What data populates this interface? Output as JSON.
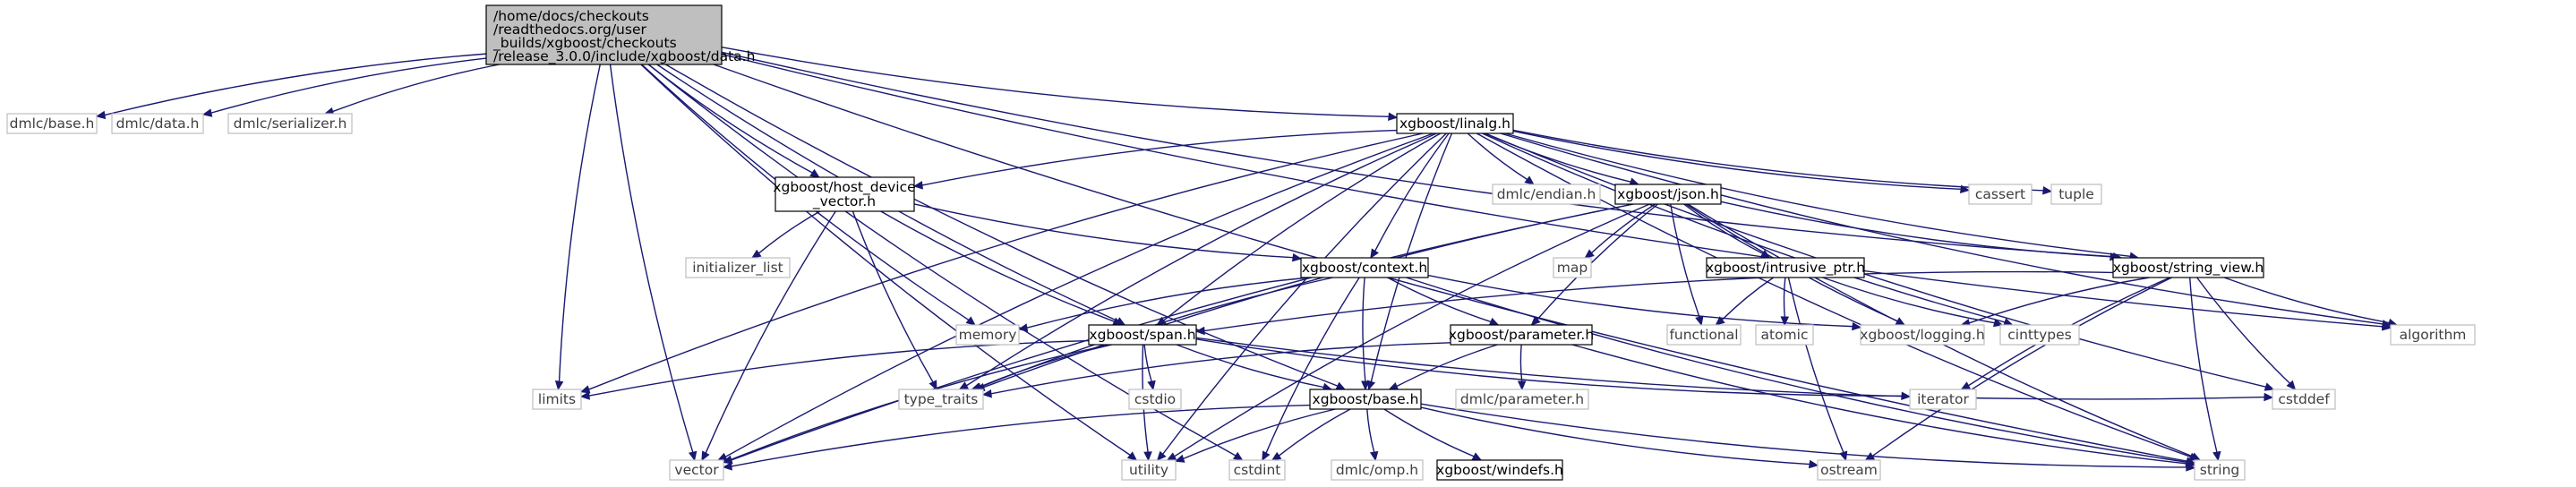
{
  "root_lines": [
    "/home/docs/checkouts",
    "/readthedocs.org/user",
    "_builds/xgboost/checkouts",
    "/release_3.0.0/include/xgboost/data.h"
  ],
  "nodes": {
    "root": "/home/docs/checkouts/readthedocs.org/user_builds/xgboost/checkouts/release_3.0.0/include/xgboost/data.h",
    "dmlc_base": "dmlc/base.h",
    "dmlc_data": "dmlc/data.h",
    "dmlc_serializer": "dmlc/serializer.h",
    "linalg": "xgboost/linalg.h",
    "host_device_vector_1": "xgboost/host_device",
    "host_device_vector_2": "_vector.h",
    "dmlc_endian": "dmlc/endian.h",
    "json": "xgboost/json.h",
    "cassert": "cassert",
    "tuple": "tuple",
    "initializer_list": "initializer_list",
    "context": "xgboost/context.h",
    "map": "map",
    "intrusive_ptr": "xgboost/intrusive_ptr.h",
    "string_view": "xgboost/string_view.h",
    "memory": "memory",
    "span": "xgboost/span.h",
    "parameter": "xgboost/parameter.h",
    "functional": "functional",
    "atomic": "atomic",
    "logging": "xgboost/logging.h",
    "cinttypes": "cinttypes",
    "algorithm": "algorithm",
    "limits": "limits",
    "type_traits": "type_traits",
    "cstdio": "cstdio",
    "dmlc_parameter": "dmlc/parameter.h",
    "iterator": "iterator",
    "cstddef": "cstddef",
    "base": "xgboost/base.h",
    "vector": "vector",
    "utility": "utility",
    "cstdint": "cstdint",
    "dmlc_omp": "dmlc/omp.h",
    "windefs": "xgboost/windefs.h",
    "ostream": "ostream",
    "string": "string"
  },
  "edges": [
    [
      "root",
      "dmlc_base"
    ],
    [
      "root",
      "dmlc_data"
    ],
    [
      "root",
      "dmlc_serializer"
    ],
    [
      "root",
      "linalg"
    ],
    [
      "root",
      "host_device_vector"
    ],
    [
      "root",
      "span"
    ],
    [
      "root",
      "base"
    ],
    [
      "root",
      "string_view"
    ],
    [
      "root",
      "memory"
    ],
    [
      "root",
      "limits"
    ],
    [
      "root",
      "vector"
    ],
    [
      "root",
      "utility"
    ],
    [
      "root",
      "cstdint"
    ],
    [
      "root",
      "algorithm"
    ],
    [
      "root",
      "string"
    ],
    [
      "linalg",
      "host_device_vector"
    ],
    [
      "linalg",
      "dmlc_endian"
    ],
    [
      "linalg",
      "json"
    ],
    [
      "linalg",
      "cassert"
    ],
    [
      "linalg",
      "tuple"
    ],
    [
      "linalg",
      "context"
    ],
    [
      "linalg",
      "span"
    ],
    [
      "linalg",
      "base"
    ],
    [
      "linalg",
      "limits"
    ],
    [
      "linalg",
      "type_traits"
    ],
    [
      "linalg",
      "string_view"
    ],
    [
      "linalg",
      "cinttypes"
    ],
    [
      "linalg",
      "cstddef"
    ],
    [
      "linalg",
      "algorithm"
    ],
    [
      "linalg",
      "string"
    ],
    [
      "linalg",
      "utility"
    ],
    [
      "linalg",
      "vector"
    ],
    [
      "host_device_vector",
      "initializer_list"
    ],
    [
      "host_device_vector",
      "context"
    ],
    [
      "host_device_vector",
      "span"
    ],
    [
      "host_device_vector",
      "vector"
    ],
    [
      "host_device_vector",
      "type_traits"
    ],
    [
      "json",
      "map"
    ],
    [
      "json",
      "intrusive_ptr"
    ],
    [
      "json",
      "string_view"
    ],
    [
      "json",
      "parameter"
    ],
    [
      "json",
      "functional"
    ],
    [
      "json",
      "logging"
    ],
    [
      "json",
      "utility"
    ],
    [
      "json",
      "type_traits"
    ],
    [
      "json",
      "vector"
    ],
    [
      "json",
      "string"
    ],
    [
      "context",
      "memory"
    ],
    [
      "context",
      "parameter"
    ],
    [
      "context",
      "base"
    ],
    [
      "context",
      "logging"
    ],
    [
      "context",
      "type_traits"
    ],
    [
      "context",
      "cstdint"
    ],
    [
      "context",
      "string"
    ],
    [
      "intrusive_ptr",
      "functional"
    ],
    [
      "intrusive_ptr",
      "atomic"
    ],
    [
      "intrusive_ptr",
      "ostream"
    ],
    [
      "intrusive_ptr",
      "cinttypes"
    ],
    [
      "string_view",
      "span"
    ],
    [
      "string_view",
      "logging"
    ],
    [
      "string_view",
      "algorithm"
    ],
    [
      "string_view",
      "iterator"
    ],
    [
      "string_view",
      "cstddef"
    ],
    [
      "string_view",
      "string"
    ],
    [
      "string_view",
      "ostream"
    ],
    [
      "span",
      "limits"
    ],
    [
      "span",
      "type_traits"
    ],
    [
      "span",
      "cstdio"
    ],
    [
      "span",
      "base"
    ],
    [
      "span",
      "iterator"
    ],
    [
      "span",
      "cstddef"
    ],
    [
      "span",
      "utility"
    ],
    [
      "span",
      "vector"
    ],
    [
      "parameter",
      "dmlc_parameter"
    ],
    [
      "parameter",
      "base"
    ],
    [
      "parameter",
      "type_traits"
    ],
    [
      "parameter",
      "string"
    ],
    [
      "base",
      "vector"
    ],
    [
      "base",
      "utility"
    ],
    [
      "base",
      "cstdint"
    ],
    [
      "base",
      "dmlc_omp"
    ],
    [
      "base",
      "windefs"
    ],
    [
      "base",
      "ostream"
    ],
    [
      "base",
      "string"
    ]
  ]
}
